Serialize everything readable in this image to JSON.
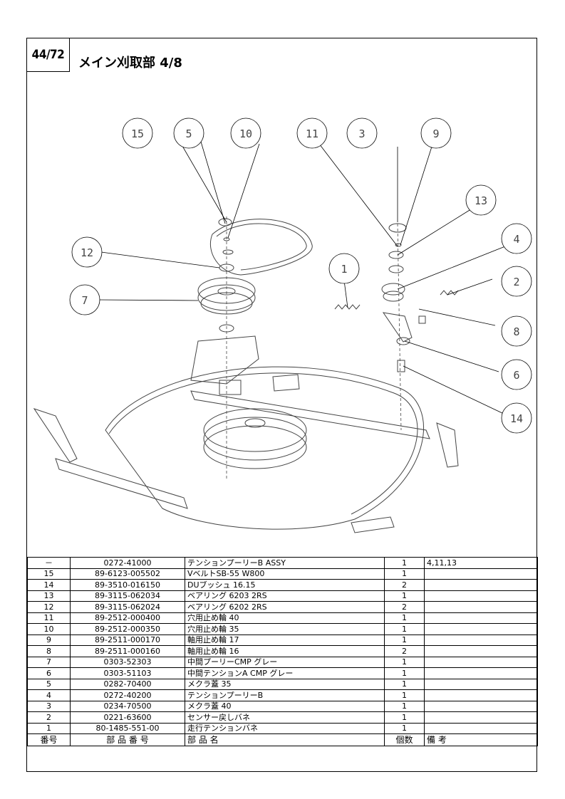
{
  "header": {
    "page_number": "44/72",
    "title": "メイン刈取部 4/8"
  },
  "callouts": [
    "15",
    "5",
    "10",
    "11",
    "3",
    "9",
    "13",
    "4",
    "2",
    "8",
    "6",
    "14",
    "12",
    "7",
    "1"
  ],
  "parts_table": {
    "columns": [
      "番号",
      "部 品 番 号",
      "部 品 名",
      "個数",
      "備 考"
    ],
    "rows": [
      {
        "no": "－",
        "part_no": "0272-41000",
        "name": "テンションプーリーB ASSY",
        "qty": "1",
        "note": "4,11,13"
      },
      {
        "no": "15",
        "part_no": "89-6123-005502",
        "name": "VベルトSB-55 W800",
        "qty": "1",
        "note": ""
      },
      {
        "no": "14",
        "part_no": "89-3510-016150",
        "name": "DUブッシュ 16.15",
        "qty": "2",
        "note": ""
      },
      {
        "no": "13",
        "part_no": "89-3115-062034",
        "name": "ベアリング 6203 2RS",
        "qty": "1",
        "note": ""
      },
      {
        "no": "12",
        "part_no": "89-3115-062024",
        "name": "ベアリング 6202 2RS",
        "qty": "2",
        "note": ""
      },
      {
        "no": "11",
        "part_no": "89-2512-000400",
        "name": "穴用止め輪 40",
        "qty": "1",
        "note": ""
      },
      {
        "no": "10",
        "part_no": "89-2512-000350",
        "name": "穴用止め輪 35",
        "qty": "1",
        "note": ""
      },
      {
        "no": "9",
        "part_no": "89-2511-000170",
        "name": "軸用止め輪 17",
        "qty": "1",
        "note": ""
      },
      {
        "no": "8",
        "part_no": "89-2511-000160",
        "name": "軸用止め輪 16",
        "qty": "2",
        "note": ""
      },
      {
        "no": "7",
        "part_no": "0303-52303",
        "name": "中間プーリーCMP グレー",
        "qty": "1",
        "note": ""
      },
      {
        "no": "6",
        "part_no": "0303-51103",
        "name": "中間テンションA CMP グレー",
        "qty": "1",
        "note": ""
      },
      {
        "no": "5",
        "part_no": "0282-70400",
        "name": "メクラ蓋 35",
        "qty": "1",
        "note": ""
      },
      {
        "no": "4",
        "part_no": "0272-40200",
        "name": "テンションプーリーB",
        "qty": "1",
        "note": ""
      },
      {
        "no": "3",
        "part_no": "0234-70500",
        "name": "メクラ蓋 40",
        "qty": "1",
        "note": ""
      },
      {
        "no": "2",
        "part_no": "0221-63600",
        "name": "センサー戻しバネ",
        "qty": "1",
        "note": ""
      },
      {
        "no": "1",
        "part_no": "80-1485-551-00",
        "name": "走行テンションバネ",
        "qty": "1",
        "note": ""
      }
    ]
  }
}
